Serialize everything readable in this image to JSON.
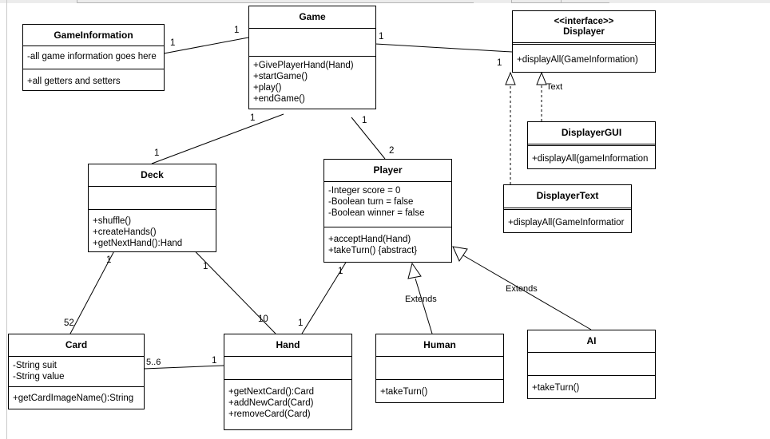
{
  "classes": {
    "game": {
      "name": "Game",
      "attributes": [],
      "methods": [
        "+GivePlayerHand(Hand)",
        "+startGame()",
        "+play()",
        "+endGame()"
      ]
    },
    "game_information": {
      "name": "GameInformation",
      "attributes": [
        "-all game information goes here"
      ],
      "methods": [
        "+all getters and setters"
      ]
    },
    "displayer": {
      "stereotype": "<<interface>>",
      "name": "Displayer",
      "methods": [
        "+displayAll(GameInformation)"
      ]
    },
    "displayer_gui": {
      "name": "DisplayerGUI",
      "methods": [
        "+displayAll(gameInformation"
      ]
    },
    "displayer_text": {
      "name": "DisplayerText",
      "methods": [
        "+displayAll(GameInformatior"
      ]
    },
    "deck": {
      "name": "Deck",
      "attributes": [],
      "methods": [
        "+shuffle()",
        "+createHands()",
        "+getNextHand():Hand"
      ]
    },
    "player": {
      "name": "Player",
      "attributes": [
        "-Integer score = 0",
        "-Boolean turn = false",
        "-Boolean winner = false"
      ],
      "methods": [
        "+acceptHand(Hand)",
        "+takeTurn() {abstract}"
      ]
    },
    "card": {
      "name": "Card",
      "attributes": [
        "-String suit",
        "-String value"
      ],
      "methods": [
        "+getCardImageName():String"
      ]
    },
    "hand": {
      "name": "Hand",
      "attributes": [],
      "methods": [
        "+getNextCard():Card",
        "+addNewCard(Card)",
        "+removeCard(Card)"
      ]
    },
    "human": {
      "name": "Human",
      "attributes": [],
      "methods": [
        "+takeTurn()"
      ]
    },
    "ai": {
      "name": "AI",
      "attributes": [],
      "methods": [
        "+takeTurn()"
      ]
    }
  },
  "relations": {
    "gameinfo_game": {
      "source_mult": "1",
      "target_mult": "1"
    },
    "game_displayer": {
      "source_mult": "1",
      "target_mult": "1"
    },
    "game_deck": {
      "source_mult": "1",
      "target_mult": "1"
    },
    "game_player": {
      "source_mult": "1",
      "target_mult": "2"
    },
    "deck_card": {
      "source_mult": "1",
      "target_mult": "52"
    },
    "deck_hand": {
      "source_mult": "1",
      "target_mult": "10"
    },
    "player_hand": {
      "source_mult": "1",
      "target_mult": "1"
    },
    "card_hand": {
      "source_mult": "5..6",
      "target_mult": "1"
    },
    "gui_realizes": {
      "label": "Text"
    },
    "human_extends": {
      "label": "Extends"
    },
    "ai_extends": {
      "label": "Extends"
    }
  }
}
